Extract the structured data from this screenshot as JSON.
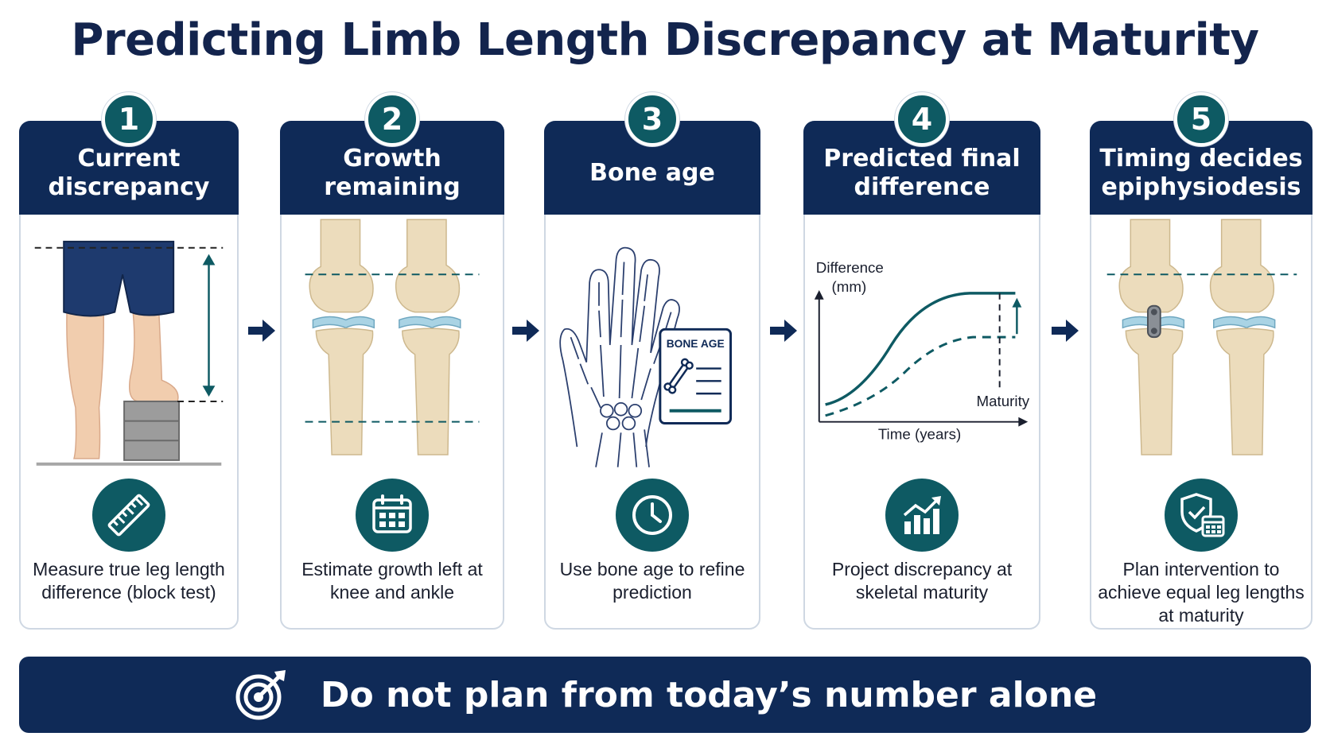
{
  "title": "Predicting Limb Length Discrepancy at Maturity",
  "steps": [
    {
      "number": "1",
      "title": "Current discrepancy",
      "caption": "Measure true leg length difference (block test)",
      "icon": "ruler-icon"
    },
    {
      "number": "2",
      "title": "Growth remaining",
      "caption": "Estimate growth left at knee and ankle",
      "icon": "calendar-icon"
    },
    {
      "number": "3",
      "title": "Bone age",
      "caption": "Use bone age to refine prediction",
      "icon": "clock-icon",
      "card_label": "BONE AGE"
    },
    {
      "number": "4",
      "title": "Predicted final difference",
      "caption": "Project discrepancy at skeletal maturity",
      "icon": "bar-chart-up-icon",
      "graph": {
        "ylabel_line1": "Difference",
        "ylabel_line2": "(mm)",
        "xlabel": "Time (years)",
        "marker_label": "Maturity"
      }
    },
    {
      "number": "5",
      "title": "Timing decides epiphysiodesis",
      "caption": "Plan intervention to achieve equal leg lengths at maturity",
      "icon": "shield-calendar-icon"
    }
  ],
  "banner": {
    "text": "Do not plan from today’s number alone",
    "icon": "target-icon"
  },
  "colors": {
    "navy": "#0f2a57",
    "teal": "#0e5a63",
    "cartilage": "#a9d3e4",
    "bone": "#ecdcbc",
    "skin": "#f1cdae"
  }
}
